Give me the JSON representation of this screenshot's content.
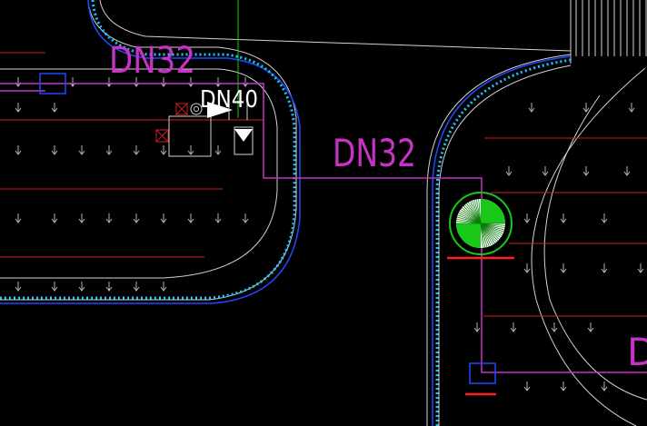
{
  "drawing": {
    "labels": {
      "pipe_top": "DN32",
      "pipe_middle": "DN32",
      "pipe_valve": "DN40",
      "pipe_right_edge": "D"
    },
    "colors": {
      "background": "#000000",
      "pipe": "#c832c8",
      "boundary": "#1e4bff",
      "gravel": "#19c8ff",
      "irrigation": "#d21e1e",
      "arrow": "#b4b4b4",
      "outline": "#d2d2d2",
      "green": "#19c819",
      "red_mark": "#ff1e1e"
    },
    "icons": [
      "sprinkler-head-icon",
      "valve-icon",
      "controller-box-icon",
      "junction-box-icon",
      "down-arrow-icon",
      "cross-box-icon"
    ]
  }
}
